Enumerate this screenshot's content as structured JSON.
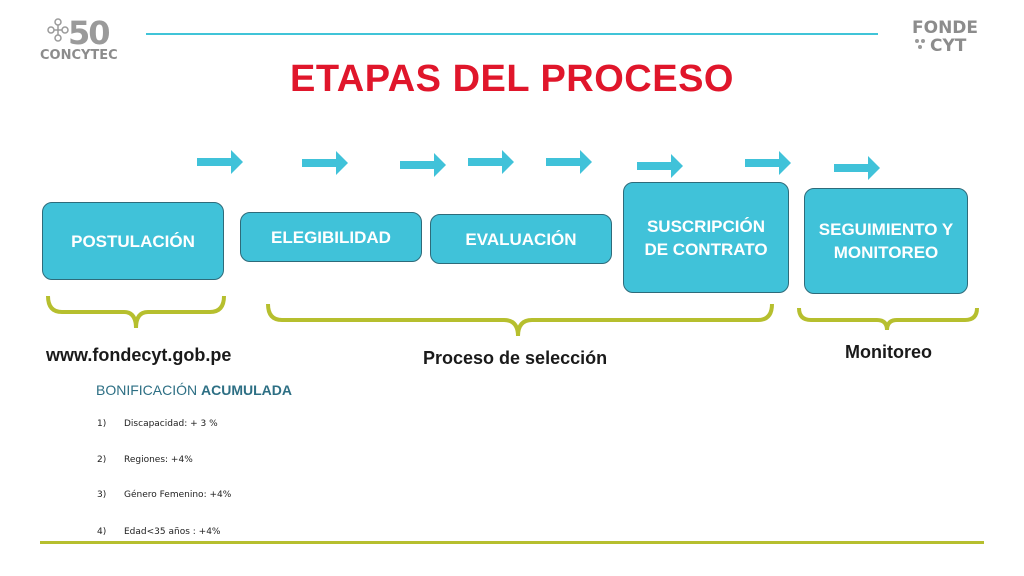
{
  "logos": {
    "left_number": "50",
    "left_name": "CONCYTEC",
    "right_top": "FONDE",
    "right_bottom": "CYT"
  },
  "title": "ETAPAS DEL PROCESO",
  "stages": [
    {
      "label": "POSTULACIÓN"
    },
    {
      "label": "ELEGIBILIDAD"
    },
    {
      "label": "EVALUACIÓN"
    },
    {
      "label": "SUSCRIPCIÓN DE CONTRATO"
    },
    {
      "label": "SEGUIMIENTO Y MONITOREO"
    }
  ],
  "groups": {
    "website": "www.fondecyt.gob.pe",
    "selection": "Proceso de selección",
    "monitoring": "Monitoreo"
  },
  "bonus": {
    "title_prefix": "BONIFICACIÓN ",
    "title_bold": "ACUMULADA",
    "items": [
      {
        "num": "1)",
        "text": "Discapacidad: + 3 %"
      },
      {
        "num": "2)",
        "text": "Regiones: +4%"
      },
      {
        "num": "3)",
        "text": "Género Femenino: +4%"
      },
      {
        "num": "4)",
        "text": "Edad<35 años : +4%"
      }
    ]
  },
  "colors": {
    "accent": "#40c2d9",
    "title": "#e0162b",
    "brace": "#b6bf2e"
  }
}
